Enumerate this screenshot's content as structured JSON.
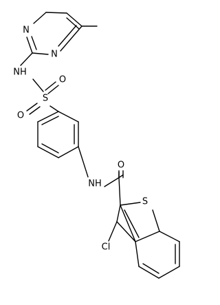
{
  "atoms": {
    "n_pyr_1": "N",
    "n_pyr_2": "N",
    "nh_sulfonamide": "NH",
    "s_sulfonyl": "S",
    "o_sulfonyl_1": "O",
    "o_sulfonyl_2": "O",
    "nh_amide": "NH",
    "o_amide": "O",
    "s_thiophene": "S",
    "cl": "Cl"
  },
  "colors": {
    "bond": "#000000",
    "text": "#000000",
    "background": "#ffffff"
  }
}
